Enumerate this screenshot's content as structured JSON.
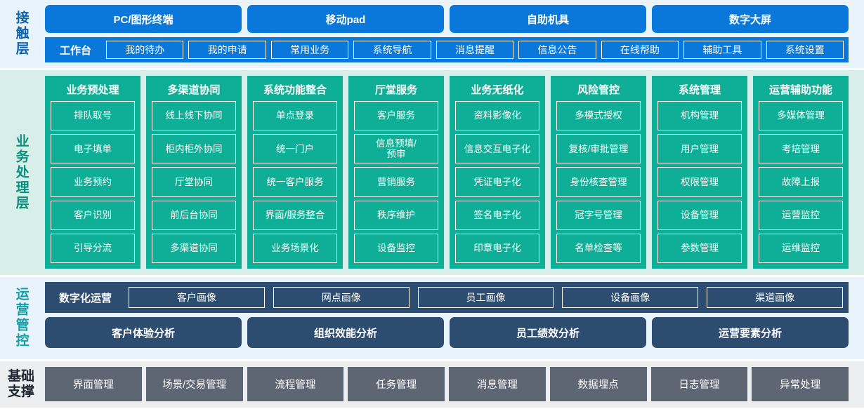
{
  "layers": {
    "contact": {
      "label": "接触层",
      "accent": "#0a78db",
      "background": "#e8f3fc",
      "channels": [
        "PC/图形终端",
        "移动pad",
        "自助机具",
        "数字大屏"
      ],
      "workbench_label": "工作台",
      "workbench_items": [
        "我的待办",
        "我的申请",
        "常用业务",
        "系统导航",
        "消息提醒",
        "信息公告",
        "在线帮助",
        "辅助工具",
        "系统设置"
      ]
    },
    "business": {
      "label": "业务处理层",
      "accent": "#0fae96",
      "background": "#d8efe9",
      "columns": [
        {
          "title": "业务预处理",
          "items": [
            "排队取号",
            "电子填单",
            "业务预约",
            "客户识别",
            "引导分流"
          ]
        },
        {
          "title": "多渠道协同",
          "items": [
            "线上线下协同",
            "柜内柜外协同",
            "厅堂协同",
            "前后台协同",
            "多渠道协同"
          ]
        },
        {
          "title": "系统功能整合",
          "items": [
            "单点登录",
            "统一门户",
            "统一客户服务",
            "界面/服务整合",
            "业务场景化"
          ]
        },
        {
          "title": "厅堂服务",
          "items": [
            "客户服务",
            "信息预填/\n预审",
            "营销服务",
            "秩序维护",
            "设备监控"
          ]
        },
        {
          "title": "业务无纸化",
          "items": [
            "资料影像化",
            "信息交互电子化",
            "凭证电子化",
            "签名电子化",
            "印章电子化"
          ]
        },
        {
          "title": "风险管控",
          "items": [
            "多模式授权",
            "复核/审批管理",
            "身份核查管理",
            "冠字号管理",
            "名单检查等"
          ]
        },
        {
          "title": "系统管理",
          "items": [
            "机构管理",
            "用户管理",
            "权限管理",
            "设备管理",
            "参数管理"
          ]
        },
        {
          "title": "运营辅助功能",
          "items": [
            "多媒体管理",
            "考培管理",
            "故障上报",
            "运营监控",
            "运维监控"
          ]
        }
      ]
    },
    "operations": {
      "label": "运营管控",
      "accent": "#2d4d70",
      "background": "#e8f3fc",
      "digital_label": "数字化运营",
      "portraits": [
        "客户画像",
        "网点画像",
        "员工画像",
        "设备画像",
        "渠道画像"
      ],
      "analyses": [
        "客户体验分析",
        "组织效能分析",
        "员工绩效分析",
        "运营要素分析"
      ]
    },
    "foundation": {
      "label": "基础\n支撑",
      "accent": "#5e6674",
      "background": "#eceef0",
      "items": [
        "界面管理",
        "场景/交易管理",
        "流程管理",
        "任务管理",
        "消息管理",
        "数据埋点",
        "日志管理",
        "异常处理"
      ]
    }
  }
}
